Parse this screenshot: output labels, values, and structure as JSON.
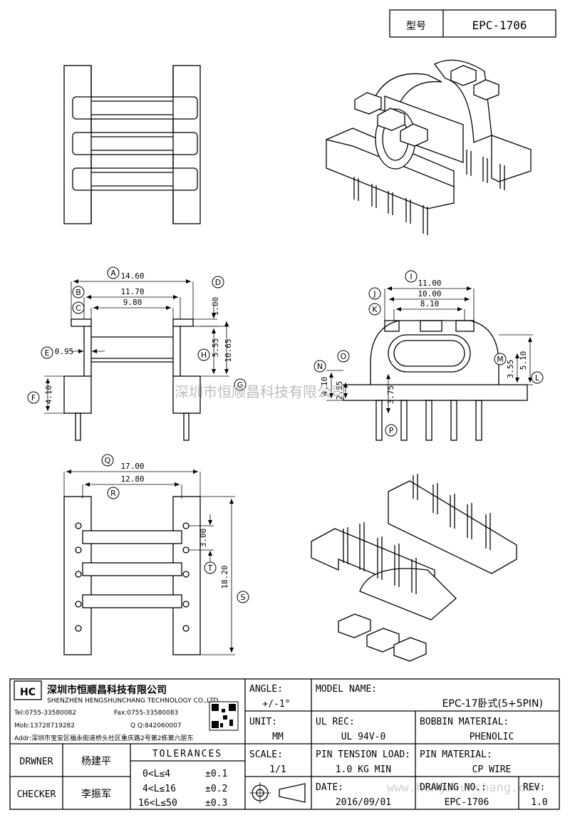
{
  "model": {
    "label": "型号",
    "value": "EPC-1706"
  },
  "watermark": {
    "text": "深圳市恒顺昌科技有限公司",
    "url": "www.hengshunchang.com"
  },
  "dimensions": {
    "A": "14.60",
    "B": "11.70",
    "C": "9.80",
    "D": "1.00",
    "E": "0.95",
    "F": "4.10",
    "G": "10.65",
    "H": "5.55",
    "I": "11.00",
    "J": "10.00",
    "K": "8.10",
    "L": "5.10",
    "M": "3.55",
    "N": "4.10",
    "O": "2.55",
    "P": "3.75",
    "Q": "17.00",
    "R": "12.80",
    "S": "18.20",
    "T": "3.00"
  },
  "company": {
    "name": "深圳市恒顺昌科技有限公司",
    "name_en": "SHENZHEN HENGSHUNCHANG TECHNOLOGY CO.,LTD",
    "tel": "Tel:0755-33580082",
    "fax": "Fax:0755-33580083",
    "mob": "Mob:13728719282",
    "qq": "Q  Q:842060007",
    "addr": "Addr:深圳市宝安区福永街道桥头社区重庆路2号第2栋第六层东"
  },
  "title_block": {
    "angle_label": "ANGLE:",
    "angle_value": "+/-1°",
    "unit_label": "UNIT:",
    "unit_value": "MM",
    "scale_label": "SCALE:",
    "scale_value": "1/1",
    "model_name_label": "MODEL NAME:",
    "model_name_value": "EPC-17卧式(5+5PIN)",
    "ul_rec_label": "UL REC:",
    "ul_rec_value": "UL 94V-0",
    "bobbin_material_label": "BOBBIN MATERIAL:",
    "bobbin_material_value": "PHENOLIC",
    "pin_tension_label": "PIN TENSION LOAD:",
    "pin_tension_value": "1.0 KG MIN",
    "pin_material_label": "PIN MATERIAL:",
    "pin_material_value": "CP WIRE",
    "date_label": "DATE:",
    "date_value": "2016/09/01",
    "drawing_no_label": "DRAWING NO.:",
    "drawing_no_value": "EPC-1706",
    "rev_label": "REV:",
    "rev_value": "1.0",
    "drawer_label": "DRWNER",
    "drawer_value": "杨建平",
    "checker_label": "CHECKER",
    "checker_value": "李振军",
    "tolerances_label": "TOLERANCES",
    "tolerances": [
      {
        "range": "0<L≤4",
        "value": "±0.1"
      },
      {
        "range": "4<L≤16",
        "value": "±0.2"
      },
      {
        "range": "16<L≤50",
        "value": "±0.3"
      }
    ]
  }
}
